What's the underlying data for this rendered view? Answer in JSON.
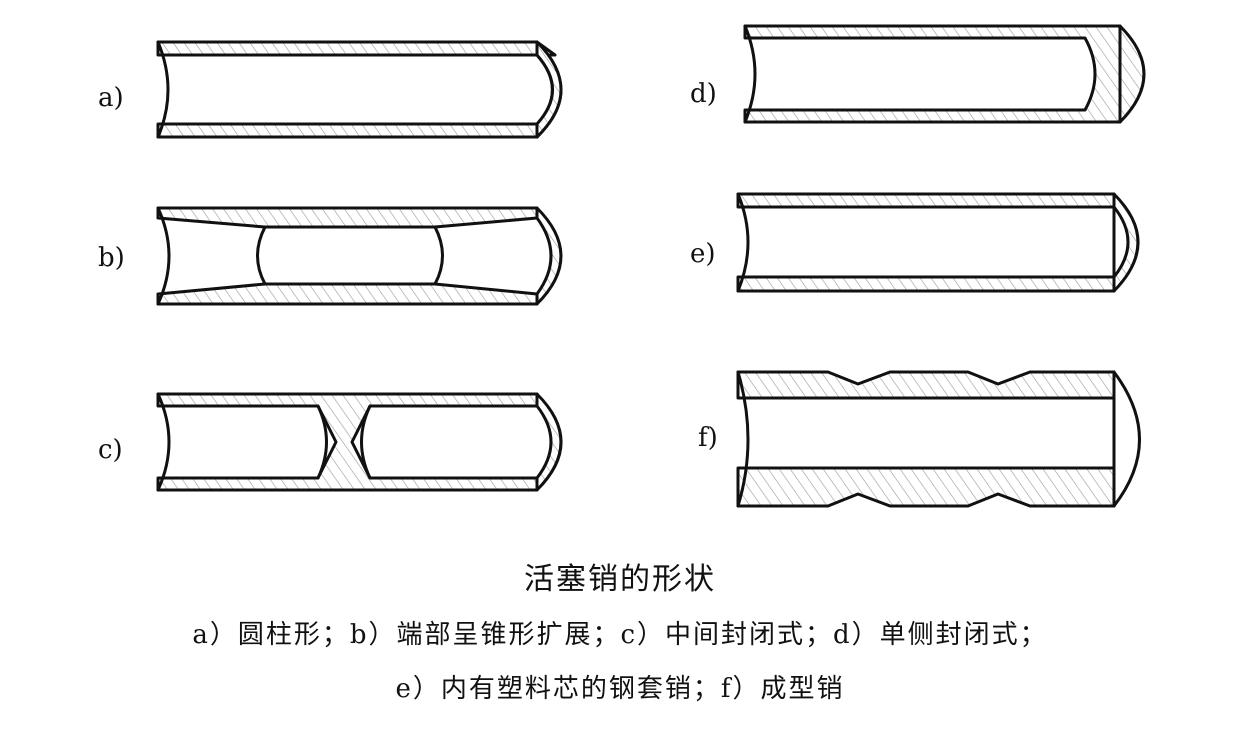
{
  "figure": {
    "panels": [
      {
        "label": "a)",
        "shape": "cylindrical"
      },
      {
        "label": "b)",
        "shape": "ends-conical-expansion"
      },
      {
        "label": "c)",
        "shape": "middle-closed"
      },
      {
        "label": "d)",
        "shape": "single-side-closed"
      },
      {
        "label": "e)",
        "shape": "steel-sleeve-with-plastic-core"
      },
      {
        "label": "f)",
        "shape": "profiled"
      }
    ]
  },
  "caption": {
    "title": "活塞销的形状",
    "line1": "a）圆柱形；b）端部呈锥形扩展；c）中间封闭式；d）单侧封闭式；",
    "line2": "e）内有塑料芯的钢套销；f）成型销"
  }
}
